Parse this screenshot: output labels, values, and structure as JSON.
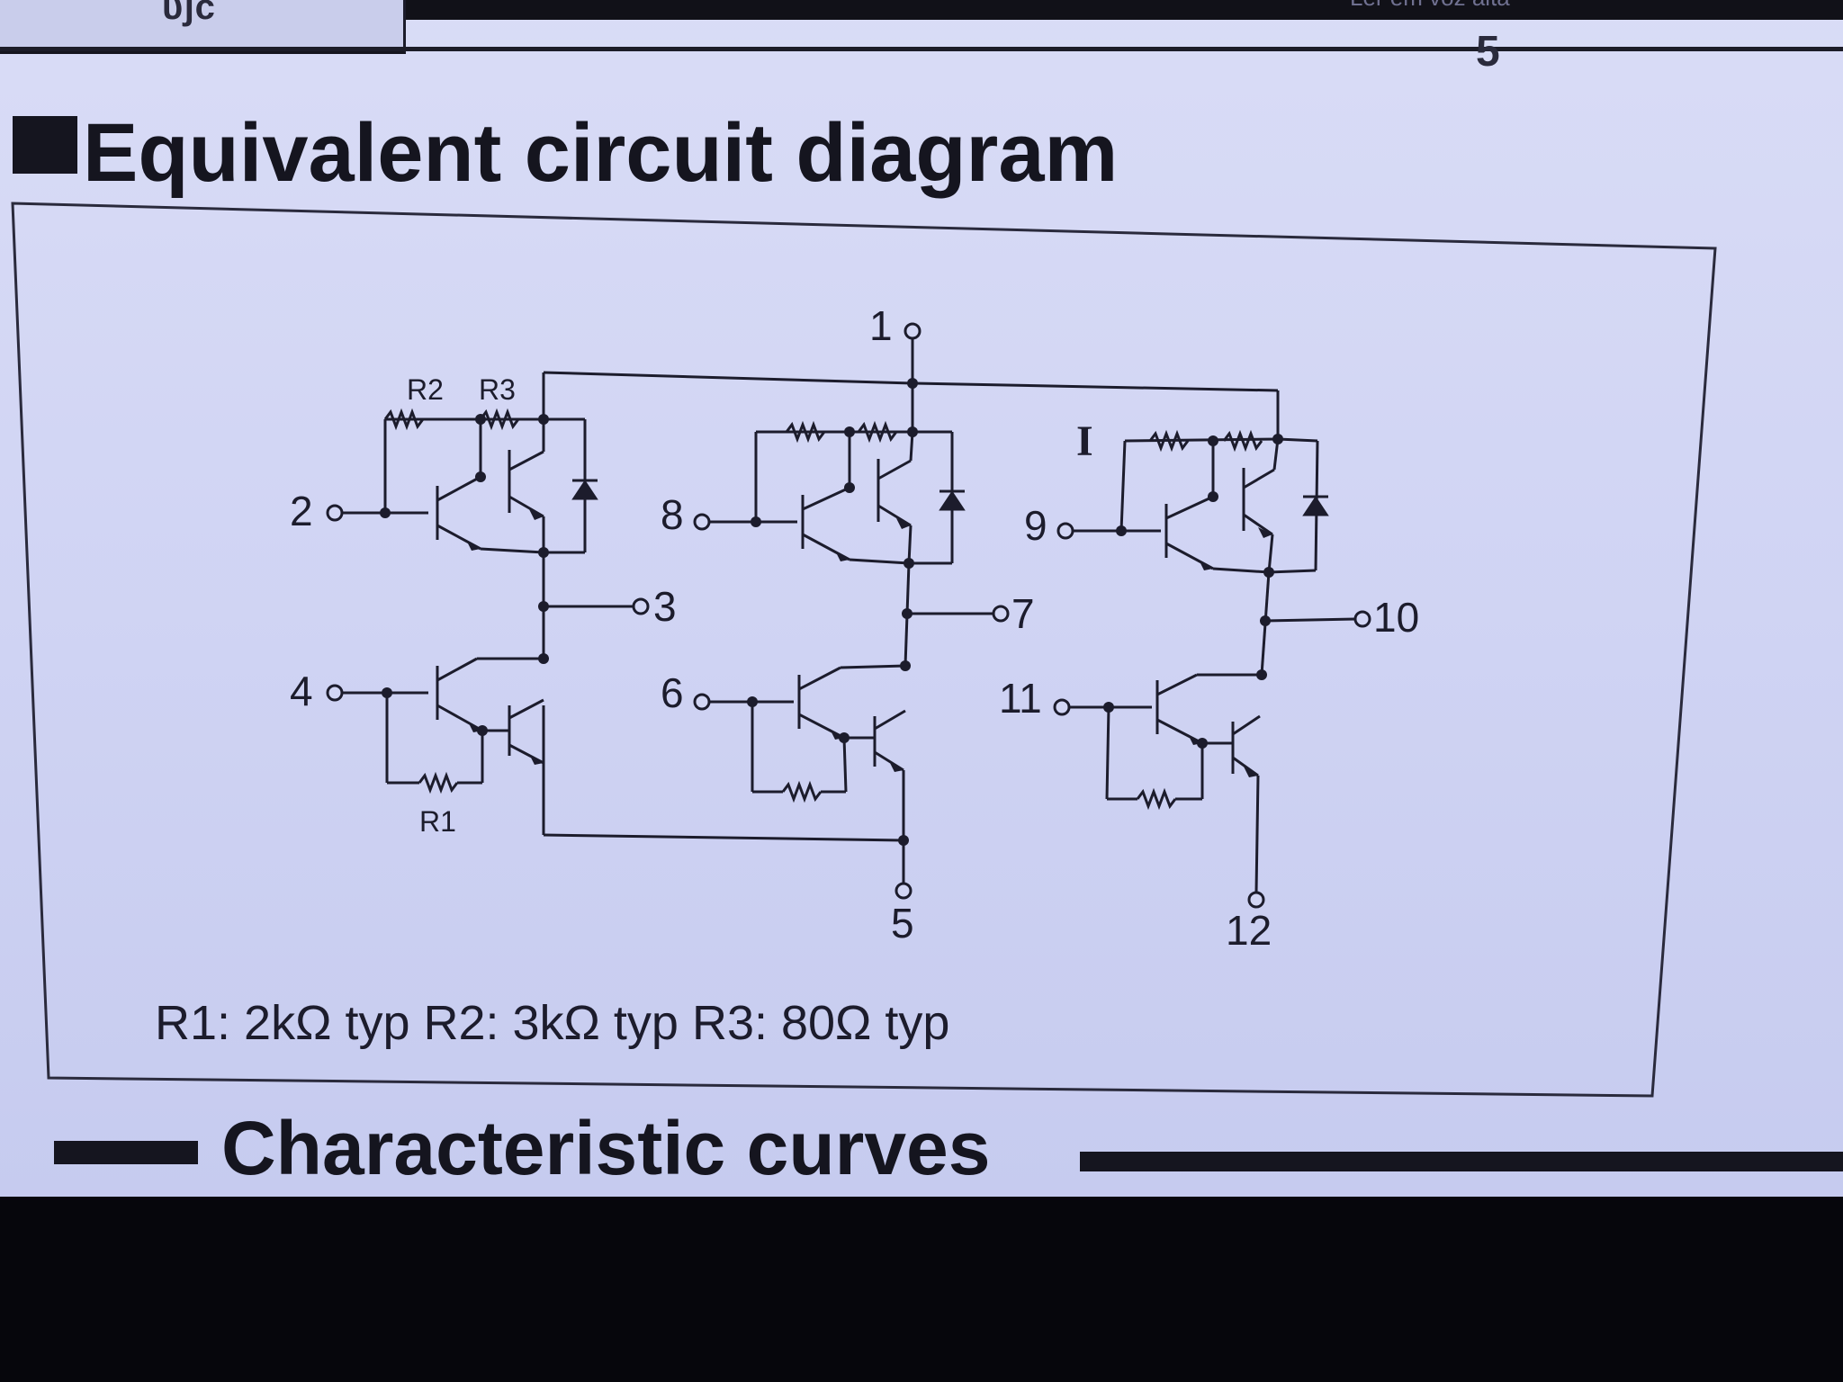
{
  "header": {
    "tab_left_text": "υʃс",
    "tab_right_text": "Ler em voz alta",
    "right_glyph": "5"
  },
  "section": {
    "title": "Equivalent circuit diagram",
    "footnote": "R1: 2kΩ typ  R2: 3kΩ typ  R3: 80Ω typ",
    "next_title": "Characteristic curves"
  },
  "diagram": {
    "resistor_labels": {
      "r2": "R2",
      "r3": "R3",
      "r1": "R1"
    },
    "section_mark": "I",
    "pins": {
      "p1": "1",
      "p2": "2",
      "p3": "3",
      "p4": "4",
      "p5": "5",
      "p6": "6",
      "p7": "7",
      "p8": "8",
      "p9": "9",
      "p10": "10",
      "p11": "11",
      "p12": "12"
    }
  },
  "colors": {
    "screen": "#d2d6f4",
    "ink": "#1c1c2c",
    "bezel": "#07070f"
  }
}
